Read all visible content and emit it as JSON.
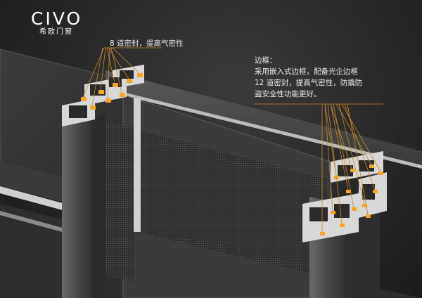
{
  "brand": {
    "logo_text": "CIVO",
    "logo_subtitle": "希欧门窗"
  },
  "callouts": {
    "top": {
      "text": "8 道密封，提高气密性"
    },
    "right": {
      "title": "边框：",
      "line1": "采用嵌入式边框，配备光企边框",
      "line2": "12 道密封，提高气密性，防撬防",
      "line3": "盗安全性功能更好。"
    }
  },
  "colors": {
    "background": "#262626",
    "profile_dark": "#4a4a4a",
    "profile_light": "#d8d8d8",
    "seal_accent": "#f5a623",
    "leader_line": "#c98a2a"
  }
}
